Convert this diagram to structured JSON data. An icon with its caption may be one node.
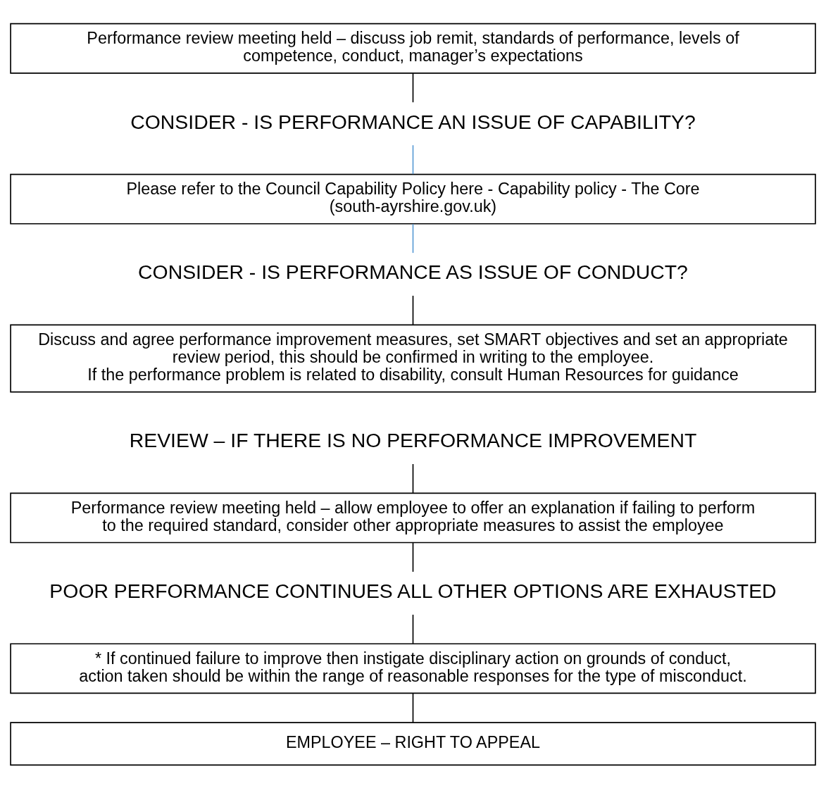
{
  "diagram": {
    "nodes": [
      {
        "text": [
          "Performance review meeting held – discuss job remit, standards of performance, levels of competence, conduct, manager’s expectations"
        ]
      },
      {
        "text": [
          "CONSIDER - IS PERFORMANCE AN ISSUE OF CAPABILITY?"
        ]
      },
      {
        "text": [
          "Please refer to the Council Capability Policy here - Capability policy - The Core (south-ayrshire.gov.uk)"
        ]
      },
      {
        "text": [
          "CONSIDER - IS PERFORMANCE AS ISSUE OF CONDUCT?"
        ]
      },
      {
        "text": [
          "Discuss and agree performance improvement measures, set SMART objectives and set an appropriate review period, this should be confirmed in writing to the employee.",
          "If the performance problem is related to disability, consult Human Resources for guidance"
        ]
      },
      {
        "text": [
          "REVIEW – IF THERE IS NO PERFORMANCE IMPROVEMENT"
        ]
      },
      {
        "text": [
          "Performance review meeting held – allow employee to offer an explanation if failing to perform to the required standard, consider other appropriate measures to assist the employee"
        ]
      },
      {
        "text": [
          "POOR PERFORMANCE CONTINUES ALL OTHER OPTIONS ARE EXHAUSTED"
        ]
      },
      {
        "text": [
          "* If continued failure to improve then instigate disciplinary action on grounds of conduct, action taken should be within the range of reasonable responses for the type of misconduct."
        ]
      },
      {
        "text": [
          "EMPLOYEE – RIGHT TO APPEAL"
        ]
      }
    ],
    "edges": [
      {
        "from": 0,
        "to": 1,
        "arrow": "none"
      },
      {
        "from": 1,
        "to": 2,
        "arrow": "none",
        "color": "#5b9bd5"
      },
      {
        "from": 2,
        "to": 3,
        "arrow": "none",
        "color": "#5b9bd5"
      },
      {
        "from": 3,
        "to": 4,
        "arrow": "none"
      },
      {
        "from": 5,
        "to": 6,
        "arrow": "none"
      },
      {
        "from": 6,
        "to": 7,
        "arrow": "none"
      },
      {
        "from": 7,
        "to": 8,
        "arrow": "none"
      },
      {
        "from": 8,
        "to": 9,
        "arrow": "none"
      }
    ]
  }
}
